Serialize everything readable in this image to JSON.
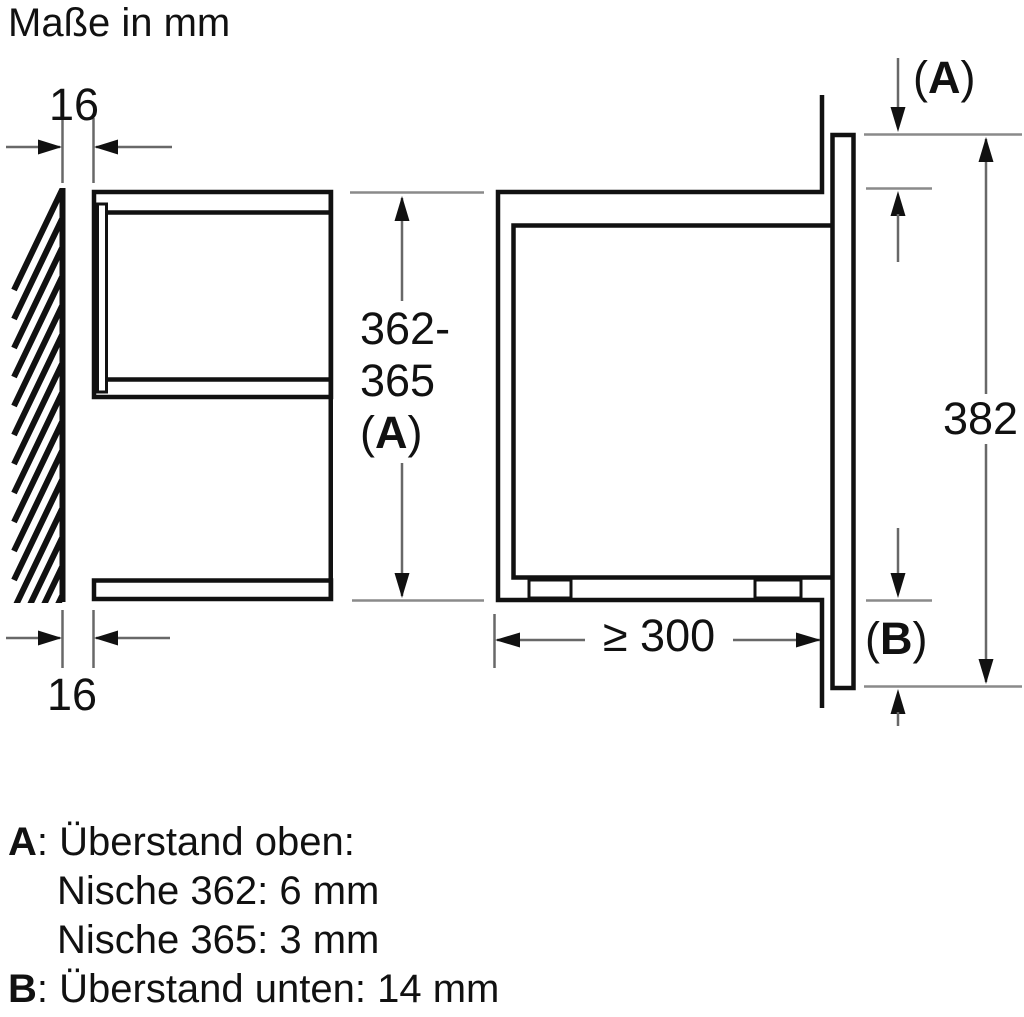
{
  "title": "Maße in mm",
  "dims": {
    "wall_gap_top": "16",
    "wall_gap_bottom": "16",
    "niche_height_1": "362-",
    "niche_height_2": "365",
    "height_total": "382",
    "depth_min": "≥ 300"
  },
  "labels": {
    "paren_open": "(",
    "paren_close": ")",
    "key_a": "A",
    "key_b": "B"
  },
  "legend": {
    "a_key": "A",
    "a_title": ": Überstand oben:",
    "a_item1": "Nische 362: 6 mm",
    "a_item2": "Nische 365: 3 mm",
    "b_key": "B",
    "b_text": ": Überstand unten: 14 mm"
  }
}
